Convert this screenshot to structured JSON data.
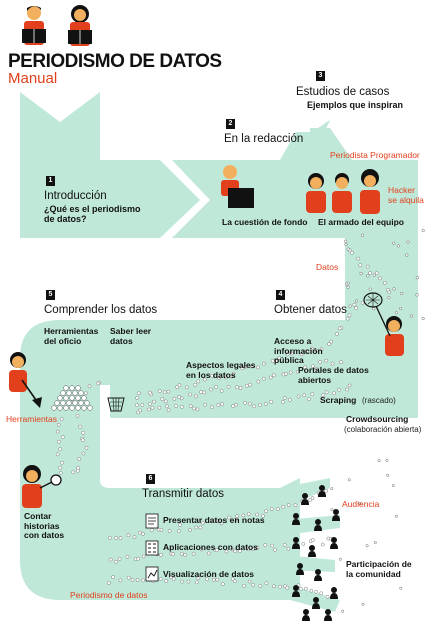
{
  "header": {
    "title": "PERIODISMO DE DATOS",
    "subtitle": "Manual"
  },
  "colors": {
    "band": "#bfe8d8",
    "accent": "#e2401c",
    "ink": "#111111",
    "skin": "#f2b05e"
  },
  "sections": [
    {
      "number": "1",
      "title": "Introducción",
      "subtitle": "¿Qué es el periodismo de datos?"
    },
    {
      "number": "2",
      "title": "En la redacción",
      "subtitle": ""
    },
    {
      "number": "3",
      "title": "Estudios de casos",
      "subtitle": "Ejemplos que inspiran"
    },
    {
      "number": "4",
      "title": "Obtener datos",
      "subtitle": ""
    },
    {
      "number": "5",
      "title": "Comprender los datos",
      "subtitle": ""
    },
    {
      "number": "6",
      "title": "Transmitir datos",
      "subtitle": ""
    }
  ],
  "labels": {
    "cuestion": "La cuestión de fondo",
    "armado": "El armado del equipo",
    "periodista_programador": "Periodista Programador",
    "hacker": "Hacker se alquila",
    "datos": "Datos",
    "acceso": "Acceso a información pública",
    "aspectos": "Aspectos legales en los datos",
    "portales": "Portales de datos abiertos",
    "scraping": "Scraping",
    "scraping_note": "(rascado)",
    "crowdsourcing": "Crowdsourcing",
    "crowdsourcing_note": "(colaboración abierta)",
    "herramientas_oficio": "Herramientas del oficio",
    "saber_leer": "Saber leer datos",
    "herramientas": "Herramientas",
    "contar": "Contar historias con datos",
    "presentar": "Presentar datos en notas",
    "aplicaciones": "Aplicaciones con datos",
    "visualizacion": "Visualización de datos",
    "periodismo_de_datos": "Periodismo de datos",
    "audiencia": "Audiencia",
    "participacion": "Participación de la comunidad"
  }
}
